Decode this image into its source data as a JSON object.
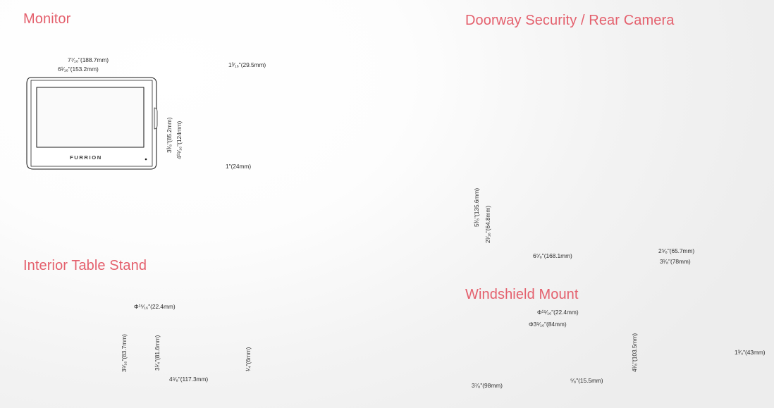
{
  "page": {
    "background_top": "#ffffff",
    "background_bottom": "#ebebeb",
    "heading_color": "#e4606d",
    "line_color": "#1b1b1b"
  },
  "sections": {
    "monitor": {
      "title": "Monitor"
    },
    "camera": {
      "title": "Doorway Security / Rear Camera"
    },
    "stand": {
      "title": "Interior Table Stand"
    },
    "windshield": {
      "title": "Windshield Mount"
    }
  },
  "monitor": {
    "brand_logo": "FURRION",
    "dimensions": {
      "overall_width": {
        "label": "7⁷⁄₁₆\"(188.7mm)",
        "inch": "7 7/16",
        "mm": 188.7,
        "orientation": "horizontal",
        "view": "front"
      },
      "screen_width": {
        "label": "6¹⁄₁₆\"(153.2mm)",
        "inch": "6 1/16",
        "mm": 153.2,
        "orientation": "horizontal",
        "view": "front"
      },
      "screen_height": {
        "label": "3³⁄₈\"(85.2mm)",
        "inch": "3 3/8",
        "mm": 85.2,
        "orientation": "vertical",
        "view": "front"
      },
      "overall_height": {
        "label": "4¹⁵⁄₁₆\"(124mm)",
        "inch": "4 15/16",
        "mm": 124,
        "orientation": "vertical",
        "view": "front"
      },
      "depth_top": {
        "label": "1³⁄₁₆\"(29.5mm)",
        "inch": "1 3/16",
        "mm": 29.5,
        "orientation": "horizontal",
        "view": "side"
      },
      "depth_bottom": {
        "label": "1\"(24mm)",
        "inch": "1",
        "mm": 24,
        "orientation": "horizontal",
        "view": "side"
      }
    }
  },
  "camera": {
    "dimensions": {
      "overall_height": {
        "label": "5³⁄₈\"(135.6mm)",
        "inch": "5 3/8",
        "mm": 135.6,
        "orientation": "vertical",
        "view": "front"
      },
      "body_height": {
        "label": "2¹⁄₁₆\"(64.8mm)",
        "inch": "2 1/16",
        "mm": 64.8,
        "orientation": "vertical",
        "view": "front"
      },
      "overall_width": {
        "label": "6⁵⁄₈\"(168.1mm)",
        "inch": "6 5/8",
        "mm": 168.1,
        "orientation": "horizontal",
        "view": "front"
      },
      "side_depth": {
        "label": "2⁵⁄₈\"(65.7mm)",
        "inch": "2 5/8",
        "mm": 65.7,
        "orientation": "horizontal",
        "view": "side"
      },
      "base_depth": {
        "label": "3¹⁄₈\"(78mm)",
        "inch": "3 1/8",
        "mm": 78,
        "orientation": "horizontal",
        "view": "side"
      }
    }
  },
  "stand": {
    "dimensions": {
      "plate_height": {
        "label": "3⁵⁄₁₆\"(83.7mm)",
        "inch": "3 5/16",
        "mm": 83.7,
        "orientation": "vertical",
        "view": "top"
      },
      "ball_dia": {
        "label": "Φ¹⁵⁄₁₆\"(22.4mm)",
        "inch": "15/16",
        "mm": 22.4,
        "orientation": "leader",
        "view": "side"
      },
      "stand_height": {
        "label": "3¹⁄₄\"(81.6mm)",
        "inch": "3 1/4",
        "mm": 81.6,
        "orientation": "vertical",
        "view": "side"
      },
      "stand_depth": {
        "label": "4⁵⁄₈\"(117.3mm)",
        "inch": "4 5/8",
        "mm": 117.3,
        "orientation": "horizontal",
        "view": "side"
      },
      "base_thick": {
        "label": "¹⁄₄\"(6mm)",
        "inch": "1/4",
        "mm": 6,
        "orientation": "vertical",
        "view": "side"
      }
    }
  },
  "windshield": {
    "dimensions": {
      "ball_dia": {
        "label": "Φ¹⁵⁄₁₆\"(22.4mm)",
        "inch": "15/16",
        "mm": 22.4,
        "orientation": "leader",
        "view": "side"
      },
      "suction_dia": {
        "label": "Φ3⁵⁄₁₆\"(84mm)",
        "inch": "3 5/16",
        "mm": 84,
        "orientation": "leader",
        "view": "top"
      },
      "suction_width": {
        "label": "3⁷⁄₈\"(98mm)",
        "inch": "3 7/8",
        "mm": 98,
        "orientation": "horizontal",
        "view": "top"
      },
      "total_height": {
        "label": "4¹⁄₈\"(103.5mm)",
        "inch": "4 1/8",
        "mm": 103.5,
        "orientation": "vertical",
        "view": "side"
      },
      "base_height": {
        "label": "⁵⁄₈\"(15.5mm)",
        "inch": "5/8",
        "mm": 15.5,
        "orientation": "vertical",
        "view": "side"
      },
      "base_width": {
        "label": "1³⁄₄\"(43mm)",
        "inch": "1 3/4",
        "mm": 43,
        "orientation": "horizontal",
        "view": "front"
      }
    }
  }
}
